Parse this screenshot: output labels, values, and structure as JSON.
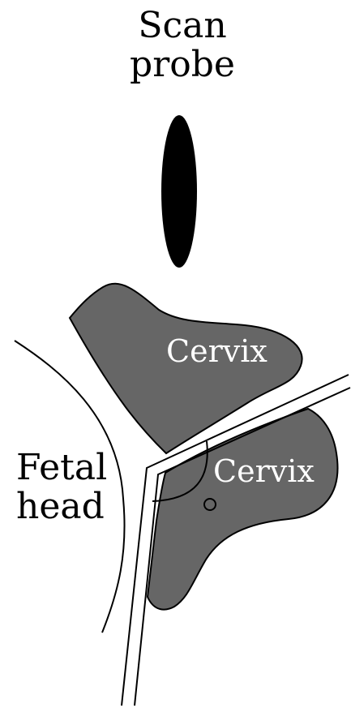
{
  "labels": {
    "scan_probe_line1": "Scan",
    "scan_probe_line2": "probe",
    "cervix_upper": "Cervix",
    "cervix_lower": "Cervix",
    "fetal_head_line1": "Fetal",
    "fetal_head_line2": "head"
  },
  "colors": {
    "background": "#ffffff",
    "outline": "#000000",
    "tissue_fill": "#666666",
    "probe_fill": "#000000",
    "cervix_text": "#ffffff"
  }
}
